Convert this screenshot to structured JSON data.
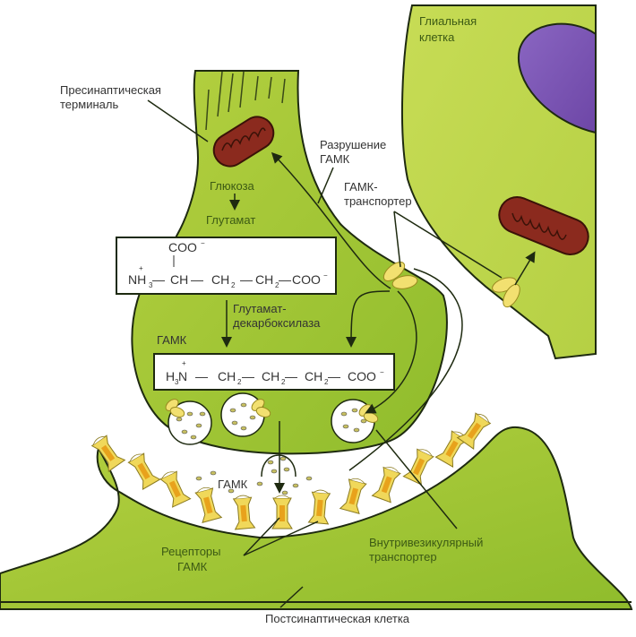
{
  "diagram": {
    "title": "GABA synapse",
    "colors": {
      "cell_fill": "#a6c93a",
      "cell_fill_light": "#b8d24a",
      "glial_fill": "#c2d94d",
      "nucleus": "#7a52ad",
      "mitochondrion": "#8b2a1e",
      "receptor": "#f0d85a",
      "receptor_core": "#e8a21c",
      "outline": "#1e2a10"
    },
    "labels": {
      "presynaptic": [
        "Пресинаптическая",
        "терминаль"
      ],
      "glial": [
        "Глиальная",
        "клетка"
      ],
      "gaba_breakdown": [
        "Разрушение",
        "ГАМК"
      ],
      "gaba_transporter": [
        "ГАМК-",
        "транспортер"
      ],
      "glucose": "Глюкоза",
      "glutamate": "Глутамат",
      "decarboxylase": [
        "Глутамат-",
        "декарбоксилаза"
      ],
      "gaba_presynaptic": "ГАМК",
      "gaba_cleft": "ГАМК",
      "receptors": [
        "Рецепторы",
        "ГАМК"
      ],
      "vesicular_transporter": [
        "Внутривезикулярный",
        "транспортер"
      ],
      "postsynaptic": "Постсинаптическая клетка"
    },
    "glutamate_formula": {
      "top": "COO",
      "charge_top": "−",
      "plus": "+",
      "nh": "NH",
      "nh_sub": "3",
      "ch": "CH",
      "ch2a": "CH",
      "ch2b": "CH",
      "sub2": "2",
      "end": "COO",
      "charge_end": "−",
      "bond": "—"
    },
    "gaba_formula": {
      "plus": "+",
      "h": "H",
      "h_sub": "3",
      "n": "N",
      "ch2": "CH",
      "sub2": "2",
      "end": "COO",
      "charge_end": "−",
      "bond": "—"
    }
  }
}
